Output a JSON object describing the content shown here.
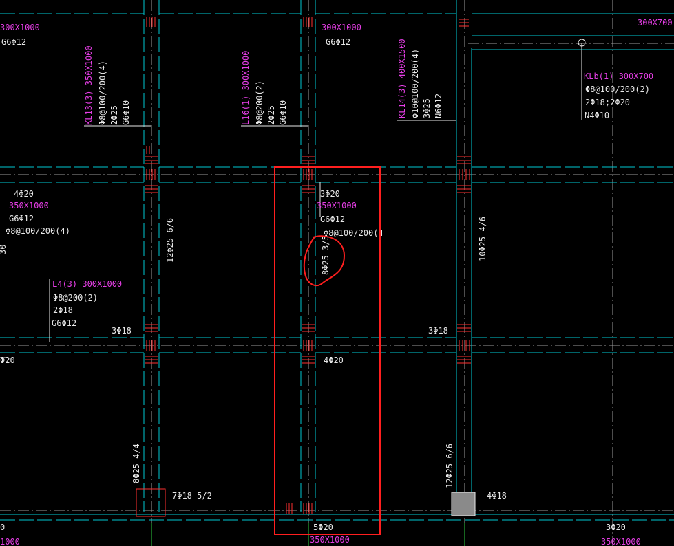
{
  "colors": {
    "background": "#000000",
    "beam_edge": "#00c8d2",
    "grid_axis": "#9a9a9a",
    "leader": "#e8e8e8",
    "section_label": "#e63ee6",
    "rebar_text": "#e8e8e8",
    "green_axis": "#2ecc40",
    "highlight_markup": "#ff1f1f",
    "column_fill": "#8a8a8a"
  },
  "annotations": [
    {
      "id": "a1",
      "text": "300X1000",
      "color": "section",
      "dir": "h"
    },
    {
      "id": "a2",
      "text": "G6Φ12",
      "color": "white",
      "dir": "h"
    },
    {
      "id": "a3",
      "text": "300X1000",
      "color": "section",
      "dir": "h"
    },
    {
      "id": "a4",
      "text": "G6Φ12",
      "color": "white",
      "dir": "h"
    },
    {
      "id": "a5",
      "text": "300X700",
      "color": "section",
      "dir": "h"
    },
    {
      "id": "a6",
      "text": "KL13(3) 350X1000",
      "color": "section",
      "dir": "v"
    },
    {
      "id": "a7",
      "text": "Φ8@100/200(4)",
      "color": "white",
      "dir": "v"
    },
    {
      "id": "a8",
      "text": "2Φ25",
      "color": "white",
      "dir": "v"
    },
    {
      "id": "a9",
      "text": "G6Φ10",
      "color": "white",
      "dir": "v"
    },
    {
      "id": "a10",
      "text": "L16(1) 300X1000",
      "color": "section",
      "dir": "v"
    },
    {
      "id": "a11",
      "text": "Φ8@200(2)",
      "color": "white",
      "dir": "v"
    },
    {
      "id": "a12",
      "text": "2Φ25",
      "color": "white",
      "dir": "v"
    },
    {
      "id": "a13",
      "text": "G6Φ10",
      "color": "white",
      "dir": "v"
    },
    {
      "id": "a14",
      "text": "KL14(3) 400X1500",
      "color": "section",
      "dir": "v"
    },
    {
      "id": "a15",
      "text": "Φ10@100/200(4)",
      "color": "white",
      "dir": "v"
    },
    {
      "id": "a16",
      "text": "3Φ25",
      "color": "white",
      "dir": "v"
    },
    {
      "id": "a17",
      "text": "N6Φ12",
      "color": "white",
      "dir": "v"
    },
    {
      "id": "a18",
      "text": "KLb(1) 300X700",
      "color": "section",
      "dir": "h"
    },
    {
      "id": "a19",
      "text": "Φ8@100/200(2)",
      "color": "white",
      "dir": "h"
    },
    {
      "id": "a20",
      "text": "2Φ18;2Φ20",
      "color": "white",
      "dir": "h"
    },
    {
      "id": "a21",
      "text": "N4Φ10",
      "color": "white",
      "dir": "h"
    },
    {
      "id": "a22",
      "text": "4Φ20",
      "color": "white",
      "dir": "h"
    },
    {
      "id": "a23",
      "text": "350X1000",
      "color": "section",
      "dir": "h"
    },
    {
      "id": "a24",
      "text": "G6Φ12",
      "color": "white",
      "dir": "h"
    },
    {
      "id": "a25",
      "text": "Φ8@100/200(4)",
      "color": "white",
      "dir": "h"
    },
    {
      "id": "a26",
      "text": "3Φ20",
      "color": "white",
      "dir": "h"
    },
    {
      "id": "a27",
      "text": "350X1000",
      "color": "section",
      "dir": "h"
    },
    {
      "id": "a28",
      "text": "G6Φ12",
      "color": "white",
      "dir": "h"
    },
    {
      "id": "a29",
      "text": "Φ8@100/200(4",
      "color": "white",
      "dir": "h"
    },
    {
      "id": "a30",
      "text": "12Φ25 6/6",
      "color": "white",
      "dir": "v"
    },
    {
      "id": "a31",
      "text": "8Φ25 3/5",
      "color": "white",
      "dir": "v"
    },
    {
      "id": "a32",
      "text": "10Φ25 4/6",
      "color": "white",
      "dir": "v"
    },
    {
      "id": "a33",
      "text": "L4(3) 300X1000",
      "color": "section",
      "dir": "h"
    },
    {
      "id": "a34",
      "text": "Φ8@200(2)",
      "color": "white",
      "dir": "h"
    },
    {
      "id": "a35",
      "text": "2Φ18",
      "color": "white",
      "dir": "h"
    },
    {
      "id": "a36",
      "text": "G6Φ12",
      "color": "white",
      "dir": "h"
    },
    {
      "id": "a37",
      "text": "3Φ18",
      "color": "white",
      "dir": "h"
    },
    {
      "id": "a38",
      "text": "3Φ18",
      "color": "white",
      "dir": "h"
    },
    {
      "id": "a39",
      "text": "Φ20",
      "color": "white",
      "dir": "h"
    },
    {
      "id": "a40",
      "text": "4Φ20",
      "color": "white",
      "dir": "h"
    },
    {
      "id": "a41",
      "text": "8Φ25 4/4",
      "color": "white",
      "dir": "v"
    },
    {
      "id": "a42",
      "text": "7Φ18 5/2",
      "color": "white",
      "dir": "h"
    },
    {
      "id": "a43",
      "text": "12Φ25 6/6",
      "color": "white",
      "dir": "v"
    },
    {
      "id": "a44",
      "text": "4Φ18",
      "color": "white",
      "dir": "h"
    },
    {
      "id": "a45",
      "text": "5Φ20",
      "color": "white",
      "dir": "h"
    },
    {
      "id": "a46",
      "text": "350X1000",
      "color": "section",
      "dir": "h"
    },
    {
      "id": "a47",
      "text": "3Φ20",
      "color": "white",
      "dir": "h"
    },
    {
      "id": "a48",
      "text": "350X1000",
      "color": "section",
      "dir": "h"
    },
    {
      "id": "a49",
      "text": "0",
      "color": "white",
      "dir": "h"
    },
    {
      "id": "a50",
      "text": "1000",
      "color": "section",
      "dir": "h"
    },
    {
      "id": "a51",
      "text": "30",
      "color": "white",
      "dir": "v"
    }
  ]
}
